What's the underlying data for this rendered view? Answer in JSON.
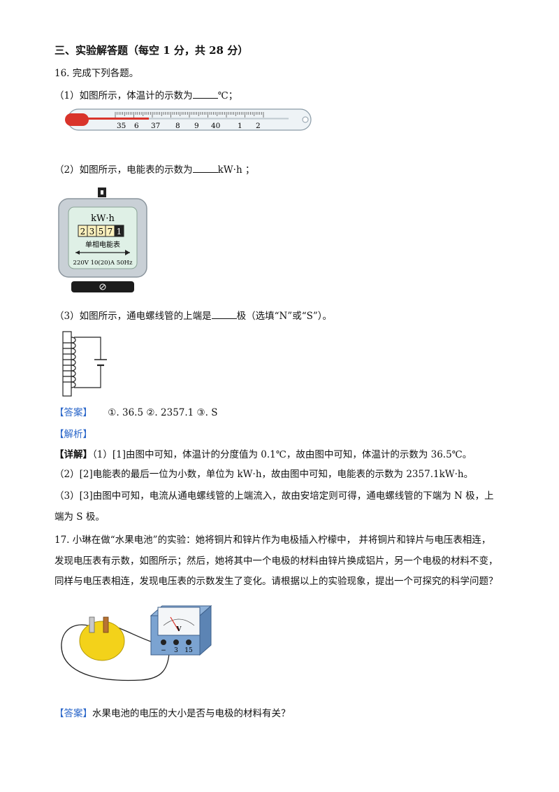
{
  "section_title": "三、实验解答题（每空 1 分，共 28 分）",
  "q16": {
    "stem": "16. 完成下列各题。",
    "p1_before": "（1）如图所示，体温计的示数为",
    "p1_after": "℃；",
    "thermometer_ticks": [
      "35",
      "6",
      "37",
      "8",
      "9",
      "40",
      "1",
      "2"
    ],
    "p2_before": "（2）如图所示，电能表的示数为",
    "p2_after": "kW·h ；",
    "meter": {
      "unit": "kW·h",
      "digits": [
        "2",
        "3",
        "5",
        "7",
        "1"
      ],
      "name": "单相电能表",
      "spec": "220V 10(20)A 50Hz"
    },
    "p3_before": "（3）如图所示，通电螺线管的上端是",
    "p3_after": "极（选填“N”或“S”）。",
    "answer_tag": "【答案】",
    "answer": "①. 36.5    ②. 2357.1    ③. S",
    "analysis_tag": "【解析】",
    "detail_tag": "【详解】",
    "detail_1": "（1）[1]由图中可知，体温计的分度值为 0.1℃，故由图中可知，体温计的示数为 36.5℃。",
    "detail_2": "（2）[2]电能表的最后一位为小数，单位为 kW·h，故由图中可知，电能表的示数为 2357.1kW·h。",
    "detail_3a": "（3）[3]由图中可知，电流从通电螺线管的上端流入，故由安培定则可得，通电螺线管的下端为 N 极，上",
    "detail_3b": "端为 S 极。"
  },
  "q17": {
    "line1": "17. 小琳在做“水果电池”的实验：她将铜片和锌片作为电极插入柠檬中，  并将铜片和锌片与电压表相连，",
    "line2": "发现电压表有示数，如图所示；然后，她将其中一个电极的材料由锌片换成铝片，另一个电极的材料不变，",
    "line3": "同样与电压表相连，发现电压表的示数发生了变化。请根据以上的实验现象，提出一个可探究的科学问题？",
    "voltmeter": {
      "unit": "V",
      "terminals": [
        "−",
        "3",
        "15"
      ]
    },
    "answer_tag": "【答案】",
    "answer": "水果电池的电压的大小是否与电极的材料有关？"
  },
  "colors": {
    "tag": "#2a66c9",
    "thermo_red": "#d9342b",
    "meter_frame": "#c9d0d6",
    "meter_screen": "#dff0e6",
    "lemon": "#f3d21a"
  }
}
